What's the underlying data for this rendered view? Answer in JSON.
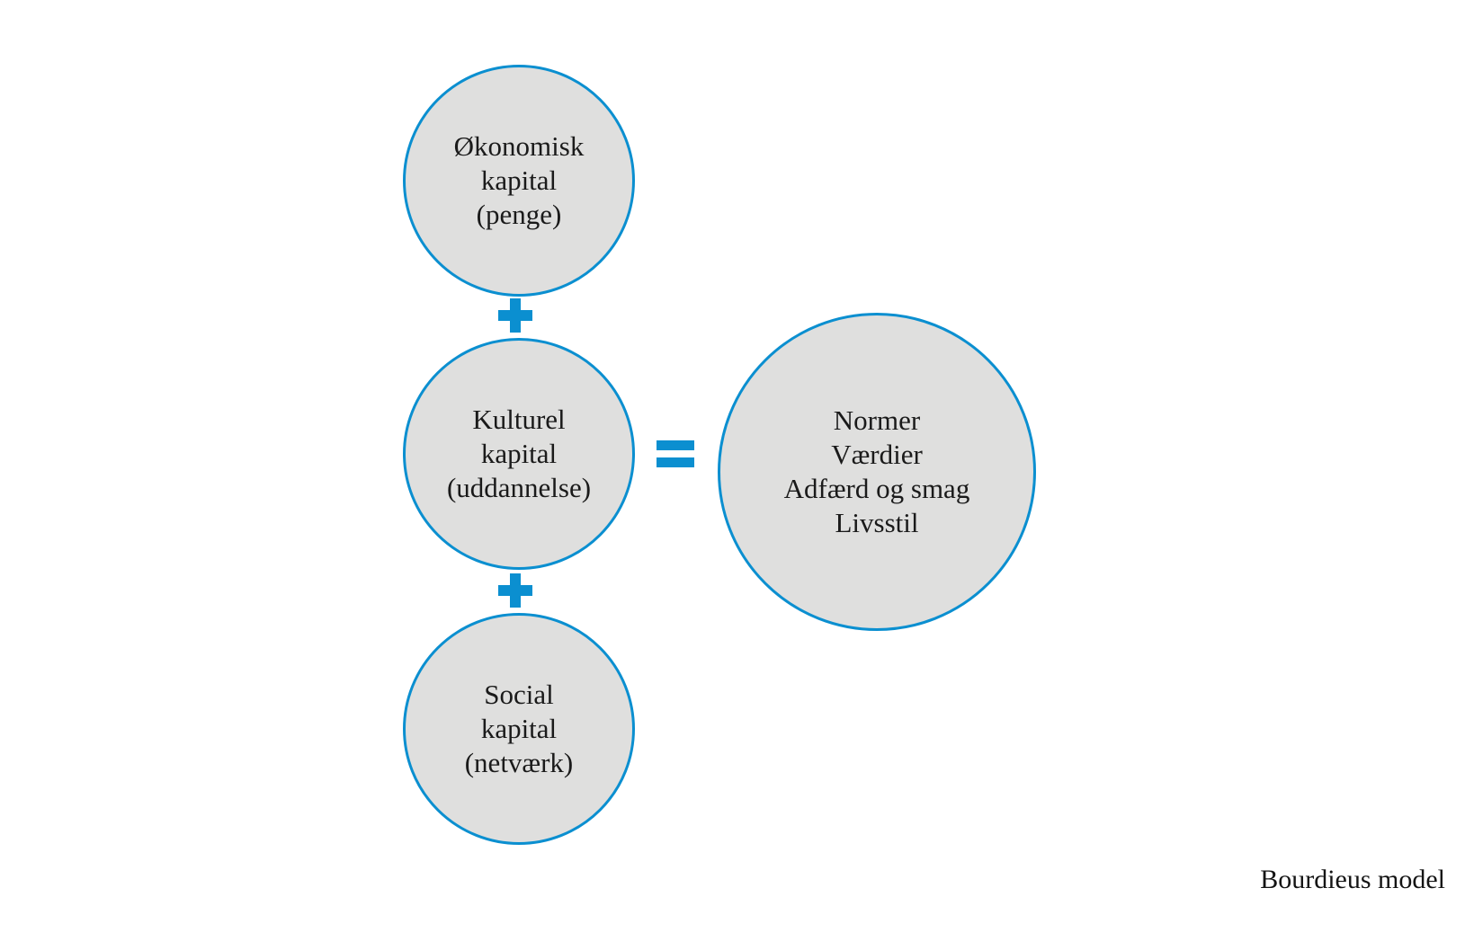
{
  "diagram": {
    "title": "Bourdieus model",
    "colors": {
      "circle_fill": "#dfdfde",
      "circle_stroke": "#0b8fd0",
      "operator": "#0b8fd0",
      "text": "#1a1a1a",
      "background": "#ffffff"
    },
    "nodes": [
      {
        "id": "economic",
        "lines": [
          "Økonomisk",
          "kapital",
          "(penge)"
        ]
      },
      {
        "id": "cultural",
        "lines": [
          "Kulturel",
          "kapital",
          "(uddannelse)"
        ]
      },
      {
        "id": "social",
        "lines": [
          "Social",
          "kapital",
          "(netværk)"
        ]
      },
      {
        "id": "result",
        "lines": [
          "Normer",
          "Værdier",
          "Adfærd og smag",
          "Livsstil"
        ]
      }
    ],
    "operators": {
      "plus_1": "+",
      "plus_2": "+",
      "equals": "="
    }
  }
}
